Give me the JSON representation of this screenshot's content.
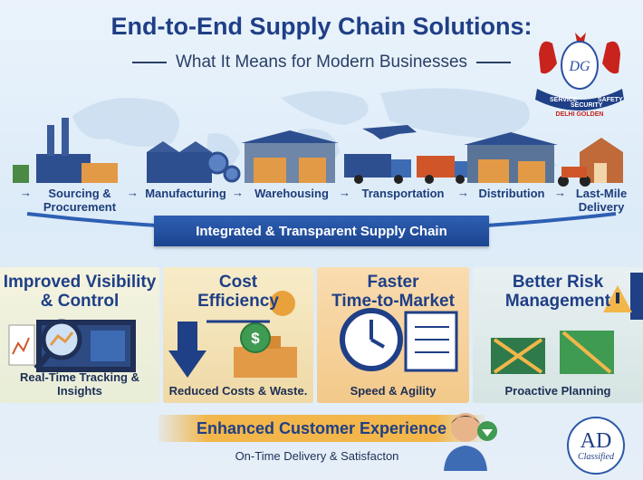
{
  "header": {
    "title": "End-to-End Supply Chain Solutions:",
    "subtitle": "What It Means for Modern Businesses"
  },
  "logo": {
    "monogram": "DG",
    "ribbon": [
      "SERVICE",
      "SECURITY",
      "SAFETY"
    ],
    "name": "DELHI GOLDEN"
  },
  "flow": {
    "steps": [
      {
        "label_1": "Sourcing &",
        "label_2": "Procurement",
        "icon": "factory-icon"
      },
      {
        "label_1": "Manufacturing",
        "label_2": "",
        "icon": "gears-factory-icon"
      },
      {
        "label_1": "Warehousing",
        "label_2": "",
        "icon": "warehouse-icon"
      },
      {
        "label_1": "Transportation",
        "label_2": "",
        "icon": "truck-plane-icon"
      },
      {
        "label_1": "Distribution",
        "label_2": "",
        "icon": "distribution-center-icon"
      },
      {
        "label_1": "Last-Mile",
        "label_2": "Delivery",
        "icon": "delivery-scooter-icon"
      }
    ],
    "banner": "Integrated & Transparent Supply Chain"
  },
  "benefits": [
    {
      "title_1": "Improved Visibility",
      "title_2": "& Control",
      "caption": "Real-Time Tracking & Insights",
      "icon": "magnifier-dashboard-icon"
    },
    {
      "title_1": "Cost",
      "title_2": "Efficiency",
      "caption": "Reduced Costs & Waste.",
      "icon": "down-arrow-dollar-icon"
    },
    {
      "title_1": "Faster",
      "title_2": "Time-to-Market",
      "caption": "Speed & Agility",
      "icon": "clock-checklist-icon"
    },
    {
      "title_1": "Better Risk",
      "title_2": "Management",
      "caption": "Proactive Planning",
      "icon": "warning-crates-icon"
    }
  ],
  "customer": {
    "title": "Enhanced Customer Experience",
    "subtitle": "On-Time Delivery & Satisfacton"
  },
  "badge": {
    "line_1": "AD",
    "line_2": "Classified"
  },
  "colors": {
    "navy": "#1f3f86",
    "banner_blue": "#2d5fb3",
    "orange": "#f2b64a"
  }
}
